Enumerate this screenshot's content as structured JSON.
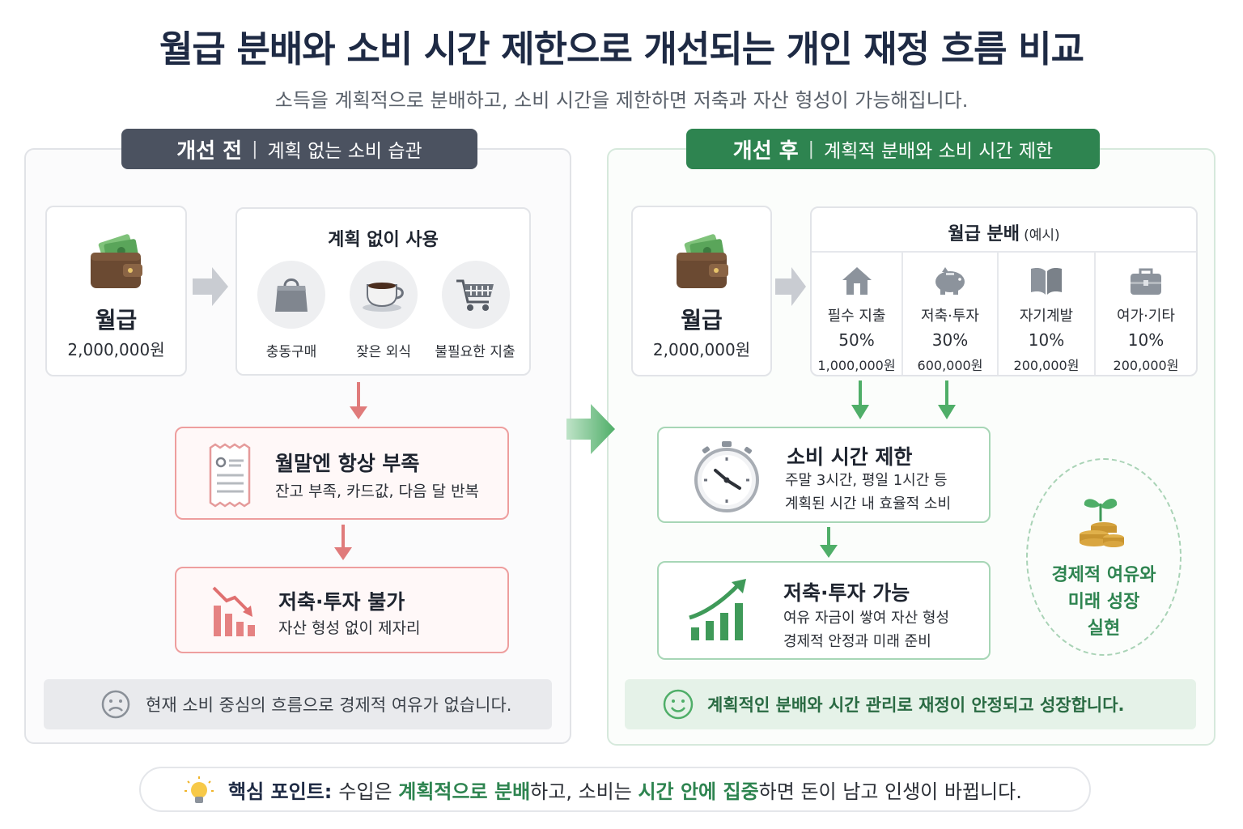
{
  "header": {
    "title": "월급 분배와 소비 시간 제한으로 개선되는 개인 재정 흐름 비교",
    "subtitle": "소득을 계획적으로 분배하고, 소비 시간을 제한하면 저축과 자산 형성이 가능해집니다."
  },
  "before": {
    "banner_bold": "개선 전",
    "banner_sep": "|",
    "banner_text": "계획 없는 소비 습관",
    "salary_title": "월급",
    "salary_amount": "2,000,000원",
    "spend_title": "계획 없이 사용",
    "spend_items": [
      {
        "label": "충동구매",
        "icon": "shopping-bag-icon"
      },
      {
        "label": "잦은 외식",
        "icon": "coffee-cup-icon"
      },
      {
        "label": "불필요한 지출",
        "icon": "shopping-cart-icon"
      }
    ],
    "result1_title": "월말엔 항상 부족",
    "result1_text": "잔고 부족, 카드값, 다음 달 반복",
    "result2_title": "저축·투자 불가",
    "result2_text": "자산 형성 없이 제자리",
    "footer": "현재 소비 중심의 흐름으로 경제적 여유가 없습니다."
  },
  "after": {
    "banner_bold": "개선 후",
    "banner_sep": "|",
    "banner_text": "계획적 분배와 소비 시간 제한",
    "salary_title": "월급",
    "salary_amount": "2,000,000원",
    "dist_title": "월급 분배",
    "dist_note": "(예시)",
    "dist_items": [
      {
        "label": "필수 지출",
        "percent": "50%",
        "amount": "1,000,000원",
        "icon": "house-icon"
      },
      {
        "label": "저축·투자",
        "percent": "30%",
        "amount": "600,000원",
        "icon": "piggy-bank-icon"
      },
      {
        "label": "자기계발",
        "percent": "10%",
        "amount": "200,000원",
        "icon": "book-icon"
      },
      {
        "label": "여가·기타",
        "percent": "10%",
        "amount": "200,000원",
        "icon": "briefcase-icon"
      }
    ],
    "limit_title": "소비 시간 제한",
    "limit_line1": "주말 3시간, 평일 1시간 등",
    "limit_line2": "계획된 시간 내 효율적 소비",
    "save_title": "저축·투자 가능",
    "save_line1": "여유 자금이 쌓여 자산 형성",
    "save_line2": "경제적 안정과 미래 준비",
    "goal_lines": [
      "경제적 여유와",
      "미래 성장",
      "실현"
    ],
    "footer": "계획적인 분배와 시간 관리로 재정이 안정되고 성장합니다."
  },
  "key_point": {
    "label": "핵심 포인트:",
    "part1": "수입은 ",
    "hl1": "계획적으로 분배",
    "part2": "하고, 소비는 ",
    "hl2": "시간 안에 집중",
    "part3": "하면 돈이 남고 인생이 바뀝니다."
  },
  "colors": {
    "navy": "#1e2a44",
    "gray_banner": "#4b5260",
    "green": "#2e8450",
    "red_border": "#ee9e9e",
    "red_arrow": "#e07b7b",
    "green_arrow": "#4fae68"
  }
}
